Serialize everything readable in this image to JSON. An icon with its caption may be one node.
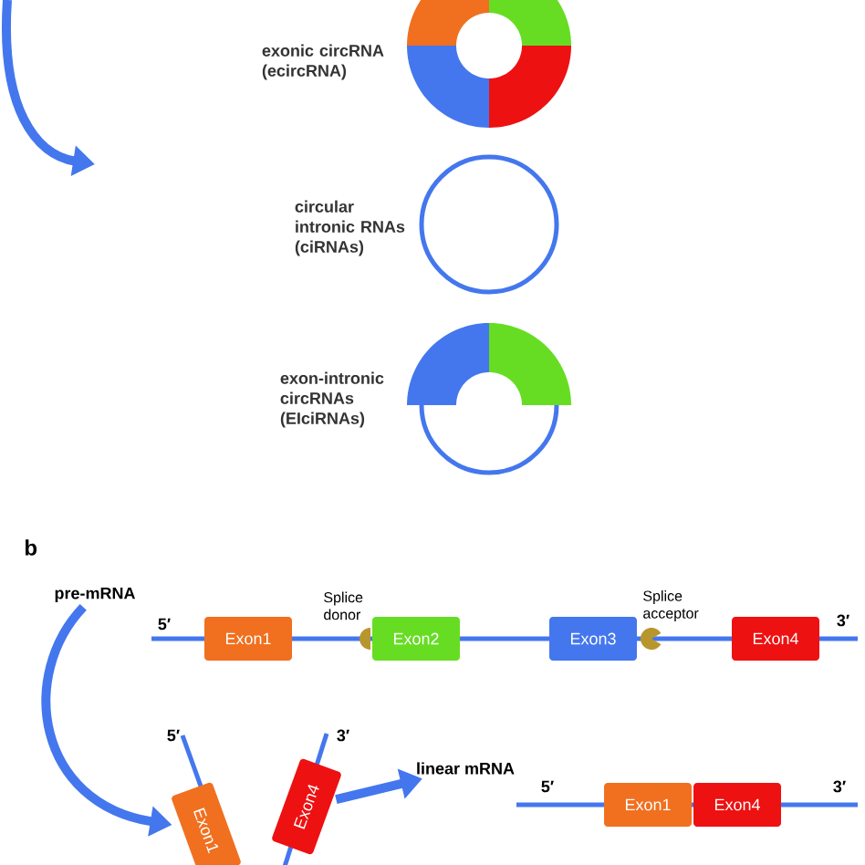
{
  "diagram": {
    "nodes": [
      {
        "text": [],
        "shape": "circle",
        "beside": [
          "exonic circRNA (ecircRNA)"
        ]
      },
      {
        "text": [],
        "shape": "circle",
        "beside": [
          "circular intronic RNAs (ciRNAs)"
        ]
      },
      {
        "text": [],
        "shape": "circle",
        "beside": [
          "exon-intronic circRNAs (EIciRNAs)"
        ]
      },
      {
        "text": [
          "pre-mRNA"
        ]
      },
      {
        "text": [
          "Exon1"
        ]
      },
      {
        "text": [
          "Exon2"
        ]
      },
      {
        "text": [
          "Exon3"
        ]
      },
      {
        "text": [
          "Exon4"
        ]
      },
      {
        "text": [
          "Exon1"
        ]
      },
      {
        "text": [
          "Exon4"
        ]
      },
      {
        "text": [
          "linear mRNA"
        ]
      },
      {
        "text": [
          "Exon1"
        ]
      },
      {
        "text": [
          "Exon4"
        ]
      }
    ],
    "edges": [
      {
        "from": 3,
        "to": 8,
        "arrow": "to"
      },
      {
        "from": 9,
        "to": 10,
        "arrow": "to"
      }
    ],
    "labels": [
      "b",
      "Splice donor",
      "Splice acceptor",
      "5′",
      "3′",
      "5′",
      "3′",
      "5′",
      "3′"
    ]
  }
}
